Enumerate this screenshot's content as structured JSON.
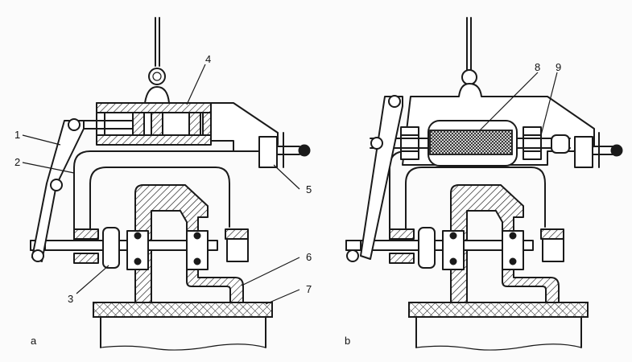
{
  "figure": {
    "panel_a": {
      "label": "a",
      "callouts": [
        "1",
        "2",
        "3",
        "4",
        "5",
        "6",
        "7"
      ]
    },
    "panel_b": {
      "label": "b",
      "callouts": [
        "8",
        "9"
      ]
    }
  },
  "colors": {
    "ink": "#1a1a1a",
    "paper": "#fbfbfb"
  }
}
